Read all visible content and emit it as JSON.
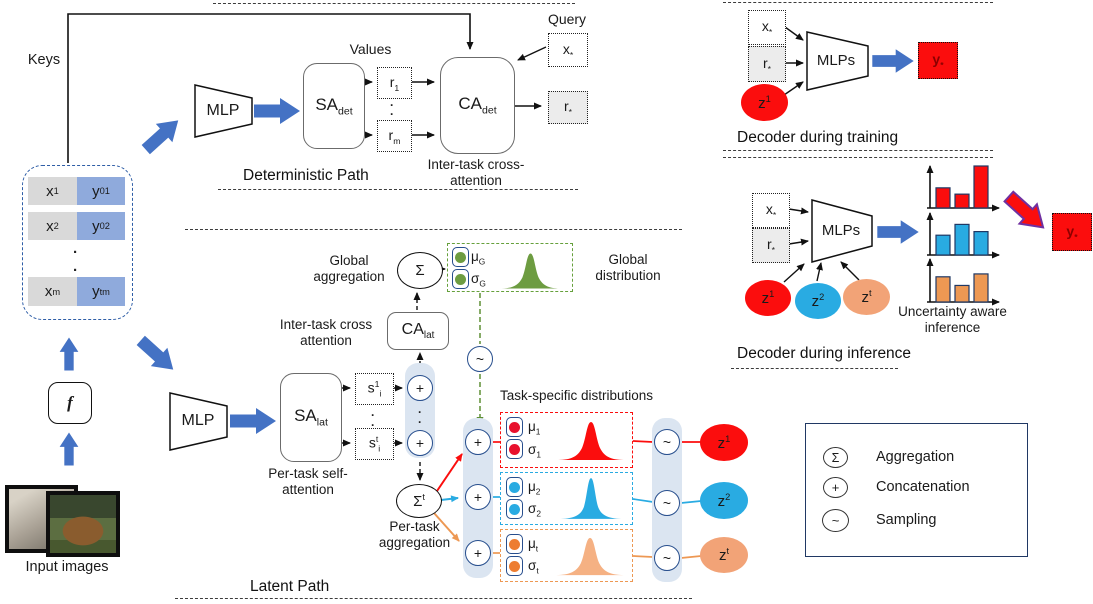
{
  "sections": {
    "deterministic": "Deterministic Path",
    "latent": "Latent Path",
    "decoder_training": "Decoder during training",
    "decoder_inference": "Decoder during inference"
  },
  "context": {
    "keys_label": "Keys",
    "rows": [
      {
        "x_base": "x",
        "x_sub": "1",
        "y_base": "y",
        "y_sup": "0",
        "y_sub": "1"
      },
      {
        "x_base": "x",
        "x_sub": "2",
        "y_base": "y",
        "y_sup": "0",
        "y_sub": "2"
      },
      {
        "x_base": "x",
        "x_sub": "m",
        "y_base": "y",
        "y_sup": "t",
        "y_sub": "m"
      }
    ],
    "f_label": "f",
    "input_caption": "Input images"
  },
  "det": {
    "mlp_label": "MLP",
    "sa_base": "SA",
    "sa_sub": "det",
    "values_label": "Values",
    "r1_base": "r",
    "r1_sub": "1",
    "rm_base": "r",
    "rm_sub": "m",
    "ca_base": "CA",
    "ca_sub": "det",
    "ca_caption": "Inter-task cross-attention",
    "query_label": "Query",
    "x_base": "x",
    "x_sub": "*",
    "r_base": "r",
    "r_sub": "*"
  },
  "lat": {
    "mlp_label": "MLP",
    "sa_base": "SA",
    "sa_sub": "lat",
    "sa_caption": "Per-task self-attention",
    "s1_base": "s",
    "s1_sup": "1",
    "s1_sub": "i",
    "st_base": "s",
    "st_sup": "t",
    "st_sub": "i",
    "plus": "+",
    "tilde": "~",
    "sigma": "Σ",
    "ca_base": "CA",
    "ca_sub": "lat",
    "ca_caption": "Inter-task cross attention",
    "agg_label": "Global aggregation",
    "mu_base": "μ",
    "mu_sub": "G",
    "sigma_base": "σ",
    "sigma_sub": "G",
    "global_dist_label": "Global distribution",
    "sigma_t_base": "Σ",
    "sigma_t_sup": "t",
    "per_task_agg_label": "Per-task aggregation",
    "task_dist_label": "Task-specific distributions",
    "tasks": [
      {
        "mu": "μ",
        "mu_sub": "1",
        "sg": "σ",
        "sg_sub": "1",
        "z": "z",
        "z_sup": "1"
      },
      {
        "mu": "μ",
        "mu_sub": "2",
        "sg": "σ",
        "sg_sub": "2",
        "z": "z",
        "z_sup": "2"
      },
      {
        "mu": "μ",
        "mu_sub": "t",
        "sg": "σ",
        "sg_sub": "t",
        "z": "z",
        "z_sup": "t"
      }
    ]
  },
  "dec_train": {
    "x_base": "x",
    "x_sub": "*",
    "r_base": "r",
    "r_sub": "*",
    "z_base": "z",
    "z_sup": "1",
    "mlps_label": "MLPs",
    "y_base": "y",
    "y_sub": "*"
  },
  "dec_inf": {
    "x_base": "x",
    "x_sub": "*",
    "r_base": "r",
    "r_sub": "*",
    "z1_base": "z",
    "z1_sup": "1",
    "z2_base": "z",
    "z2_sup": "2",
    "zt_base": "z",
    "zt_sup": "t",
    "mlps_label": "MLPs",
    "uncertainty_caption": "Uncertainty aware inference",
    "y_base": "y",
    "y_sub": "*",
    "bar_charts": [
      {
        "color": "#FB0D0D",
        "values": [
          48,
          33,
          100
        ]
      },
      {
        "color": "#29ABE2",
        "values": [
          55,
          85,
          65
        ]
      },
      {
        "color": "#ED9853",
        "values": [
          70,
          46,
          78
        ]
      }
    ]
  },
  "legend": {
    "items": [
      {
        "symbol": "Σ",
        "label": "Aggregation"
      },
      {
        "symbol": "+",
        "label": "Concatenation"
      },
      {
        "symbol": "~",
        "label": "Sampling"
      }
    ]
  },
  "misc": {
    "dot": "·"
  },
  "colors": {
    "arrow_blue": "#4472C4",
    "navy": "#274E8D",
    "red": "#FB0D0D",
    "cyan": "#29ABE2",
    "peach": "#F2A377",
    "bar_orange": "#ED9853",
    "green": "#6D9C41",
    "green_dashed": "#66A03C",
    "cell_gray": "#D9D9D9",
    "cell_blue": "#8FAADC",
    "light_column": "#DBE5F1",
    "box_gray": "#ECECEC"
  }
}
